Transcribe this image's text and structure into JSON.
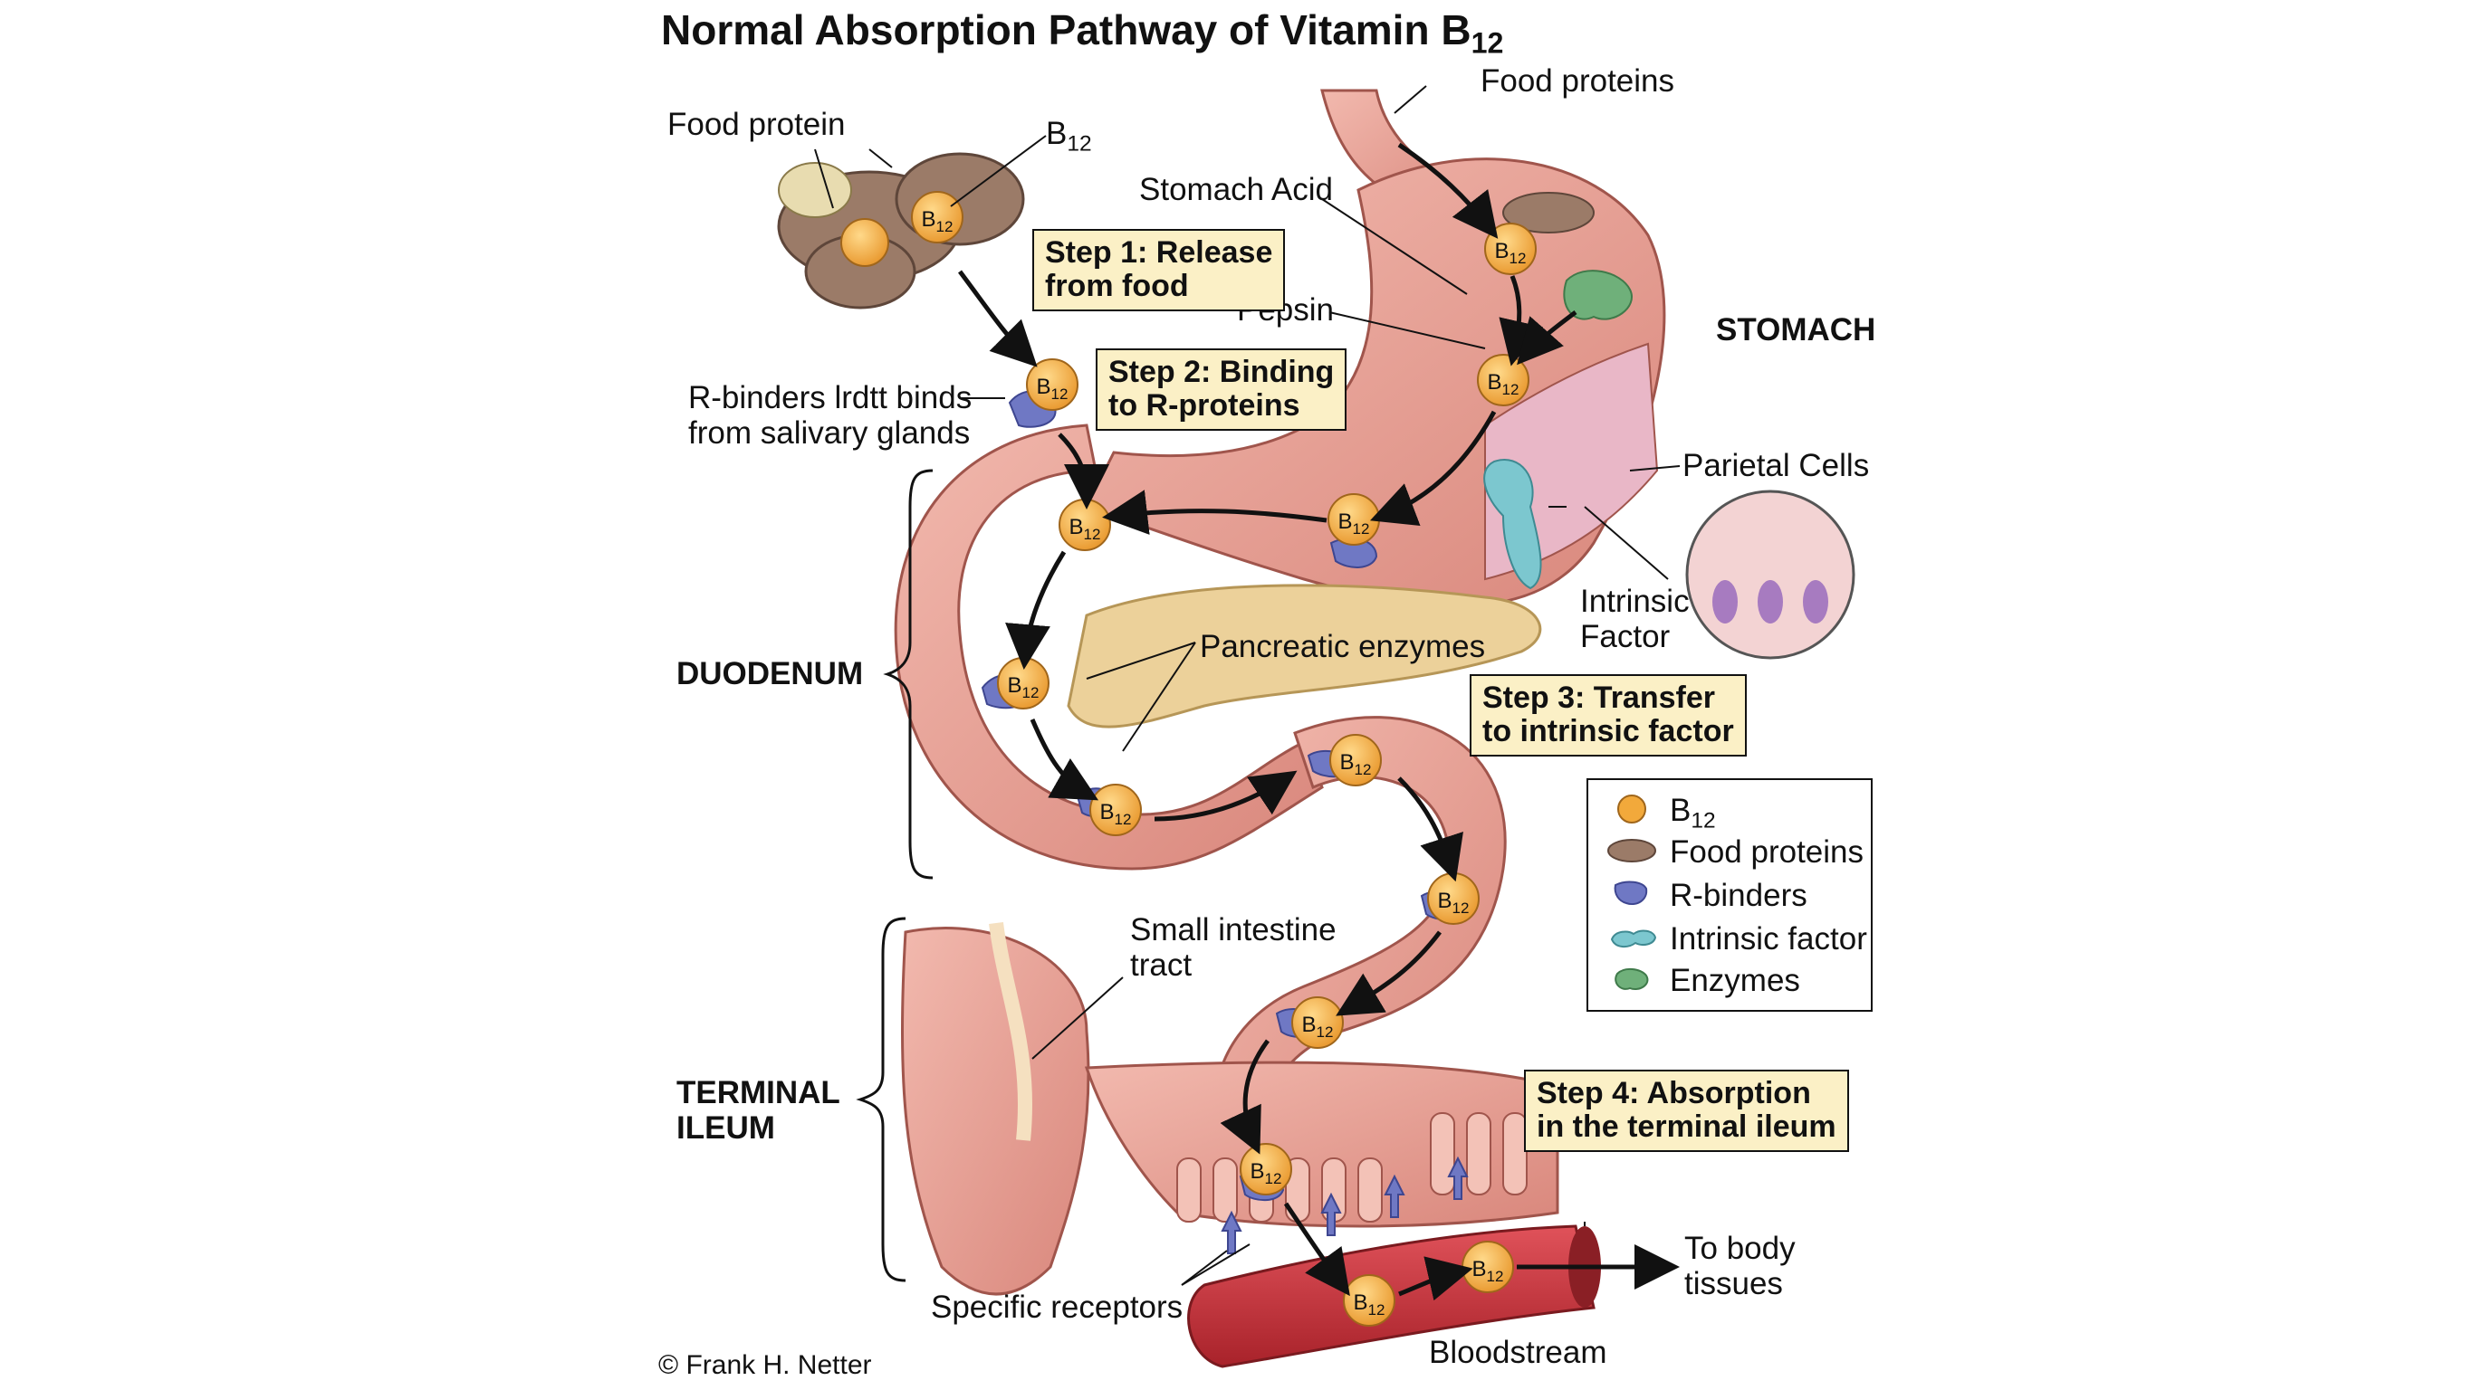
{
  "title": "Normal Absorption Pathway of Vitamin B",
  "title_sub": "12",
  "labels": {
    "food_protein": "Food protein",
    "b12_main": "B",
    "b12_sub": "12",
    "food_proteins_top": "Food proteins",
    "stomach_acid": "Stomach Acid",
    "pepsin": "Pepsin",
    "stomach": "STOMACH",
    "rbinders_l1": "R-binders lrdtt binds",
    "rbinders_l2": "from salivary glands",
    "parietal": "Parietal Cells",
    "intrinsic_l1": "Intrinsic",
    "intrinsic_l2": "Factor",
    "pancreatic": "Pancreatic enzymes",
    "duodenum": "DUODENUM",
    "small_int_l1": "Small intestine",
    "small_int_l2": "tract",
    "terminal_l1": "TERMINAL",
    "terminal_l2": "ILEUM",
    "receptors": "Specific receptors",
    "bloodstream": "Bloodstream",
    "to_body_l1": "To body",
    "to_body_l2": "tissues",
    "copyright": "© Frank H. Netter"
  },
  "steps": {
    "step1_l1": "Step 1: Release",
    "step1_l2": "from food",
    "step2_l1": "Step 2: Binding",
    "step2_l2": "to R-proteins",
    "step3_l1": "Step 3: Transfer",
    "step3_l2": "to intrinsic factor",
    "step4_l1": "Step 4: Absorption",
    "step4_l2": "in the terminal ileum"
  },
  "legend": {
    "b12": "B",
    "b12_sub": "12",
    "food_proteins": "Food proteins",
    "r_binders": "R-binders",
    "intrinsic_factor": "Intrinsic factor",
    "enzymes": "Enzymes"
  },
  "colors": {
    "b12": "#f2a93b",
    "food_protein": "#9b7b68",
    "r_binder": "#6f78c4",
    "intrinsic_factor": "#7cc7cf",
    "enzyme": "#6fb07a",
    "tissue": "#e8a49a",
    "step_box": "#fbf0c6",
    "blood": "#c8323a"
  },
  "icons": [
    "b12-molecule-icon",
    "food-protein-icon",
    "r-binder-icon",
    "intrinsic-factor-icon",
    "enzyme-icon"
  ]
}
